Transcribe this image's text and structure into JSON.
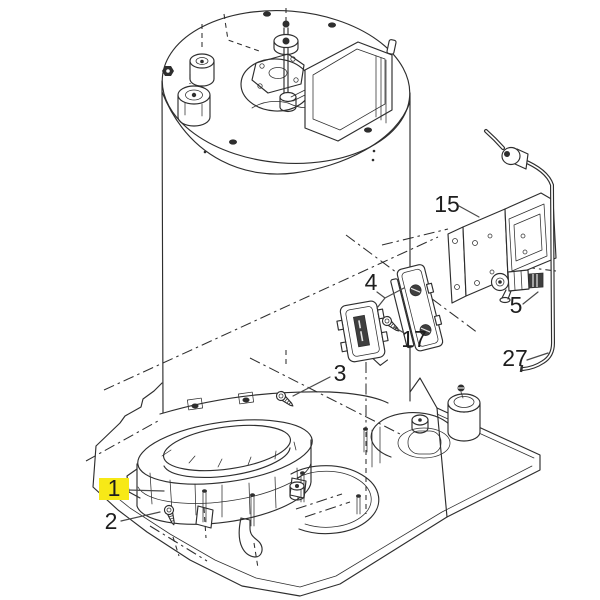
{
  "diagram": {
    "colors": {
      "background": "#ffffff",
      "line": "#2e2e2e",
      "label": "#1d1d1d",
      "leader": "#4a4a4a",
      "highlight": "#f7e917",
      "dark_fill": "#3f3f3f"
    },
    "callouts": [
      {
        "label": "1",
        "highlighted": true
      },
      {
        "label": "2",
        "highlighted": false
      },
      {
        "label": "3",
        "highlighted": false
      },
      {
        "label": "4",
        "highlighted": false
      },
      {
        "label": "5",
        "highlighted": false
      },
      {
        "label": "15",
        "highlighted": false
      },
      {
        "label": "17",
        "highlighted": false
      },
      {
        "label": "27",
        "highlighted": false
      }
    ]
  }
}
